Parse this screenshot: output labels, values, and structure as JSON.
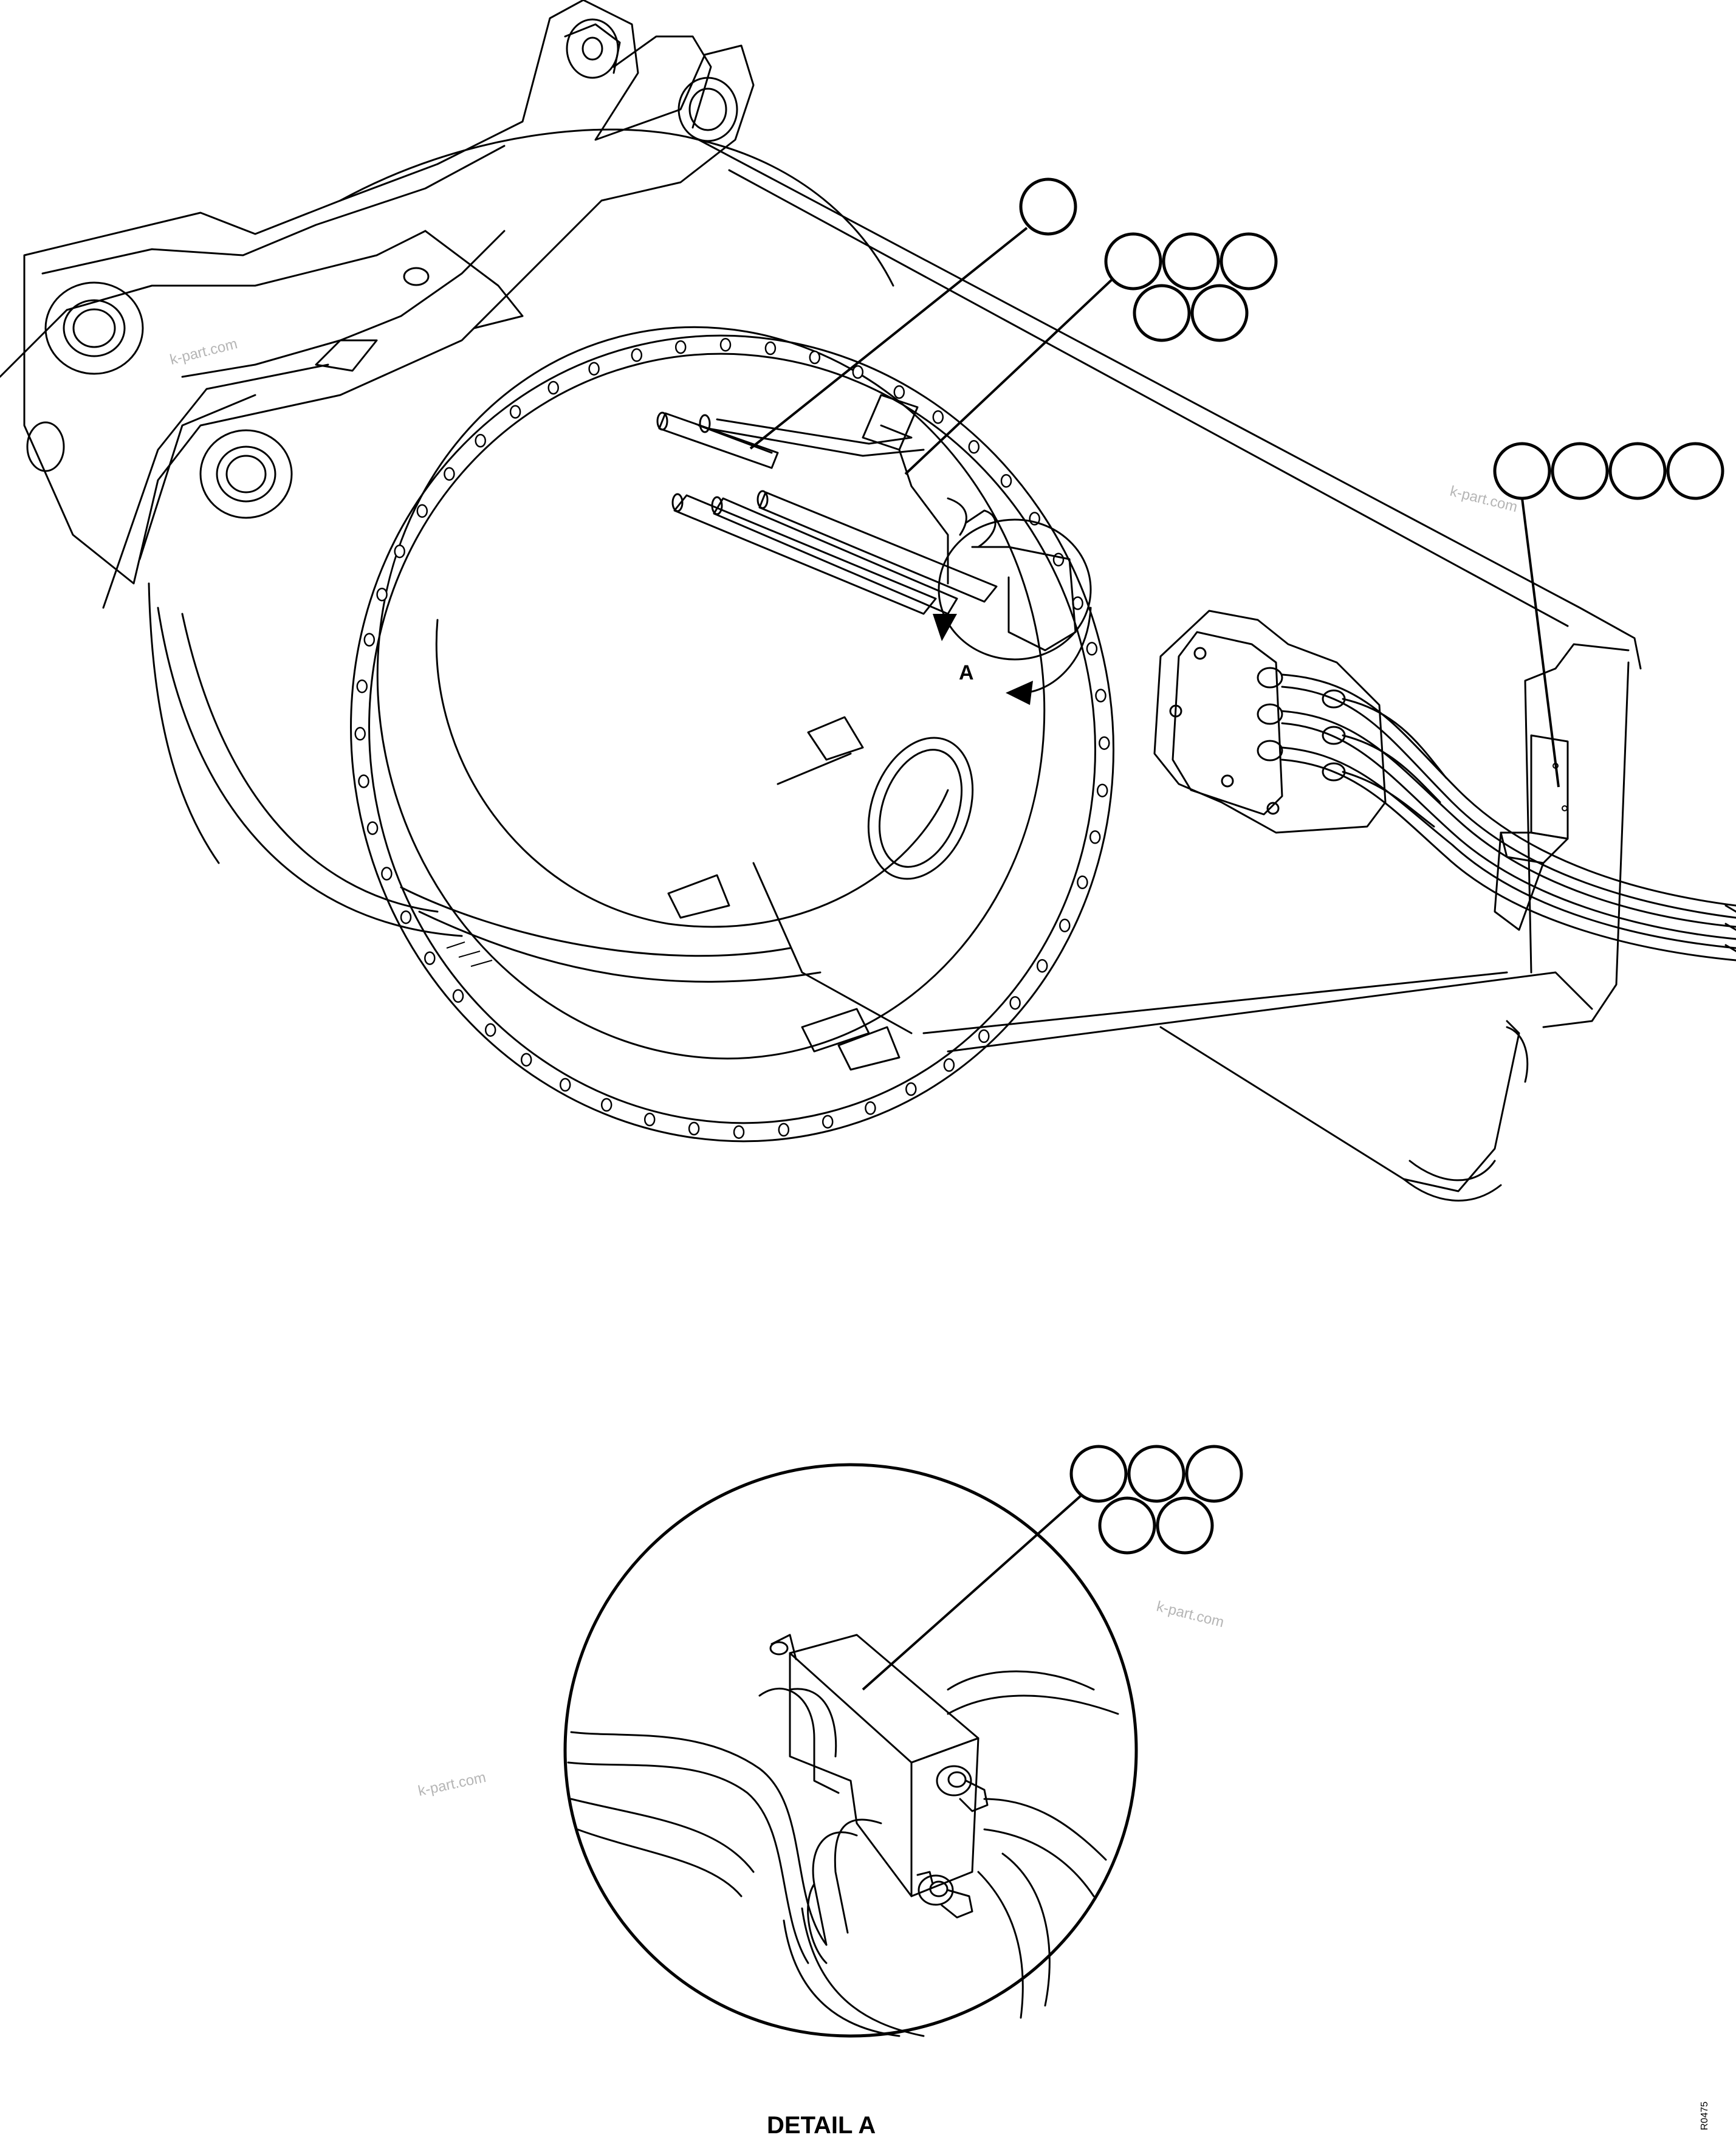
{
  "drawing": {
    "view_label": "A",
    "detail_title": "DETAIL A",
    "figure_code": "R0475",
    "watermarks": [
      "k-part.com",
      "k-part.com",
      "k-part.com",
      "k-part.com"
    ]
  },
  "callout_groups": [
    {
      "id": "single-callout",
      "balloon_count": 1,
      "text": [
        ""
      ]
    },
    {
      "id": "upper-group-5",
      "balloon_count": 5,
      "text": [
        "",
        "",
        "",
        "",
        ""
      ]
    },
    {
      "id": "right-group-4",
      "balloon_count": 4,
      "text": [
        "",
        "",
        "",
        ""
      ]
    },
    {
      "id": "detail-group-5",
      "balloon_count": 5,
      "text": [
        "",
        "",
        "",
        "",
        ""
      ]
    }
  ]
}
